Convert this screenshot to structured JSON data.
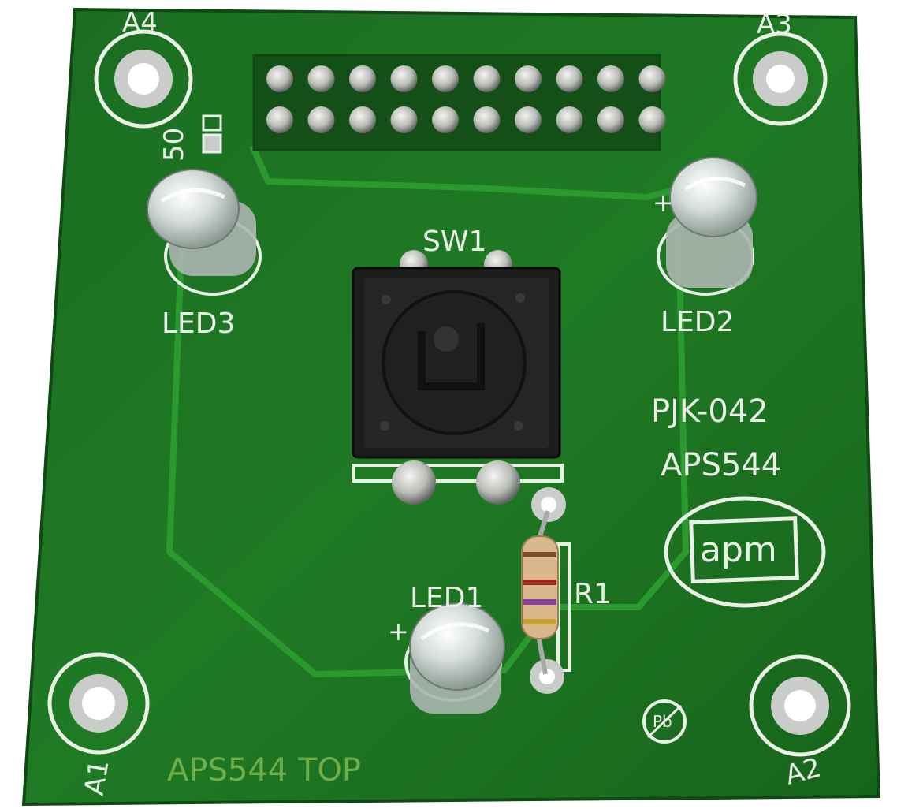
{
  "board": {
    "colors": {
      "soldermask": "#1f7a24",
      "soldermask_dark": "#0f4a14",
      "silkscreen": "#e9f1e6",
      "copper_trace": "#2a9a2e",
      "pad_tin": "#c9ccc8",
      "switch_body": "#1c1c1c",
      "resistor_body": "#d9b98c",
      "led_lens": "#dfe6e3"
    },
    "corner_labels": {
      "top_left": "A4",
      "top_right": "A3",
      "bottom_left": "A1",
      "bottom_right": "A2"
    },
    "component_labels": {
      "switch": "SW1",
      "led3": "LED3",
      "led2": "LED2",
      "led1": "LED1",
      "resistor": "R1",
      "plus_led2": "+",
      "plus_led1": "+",
      "small_mark": "50"
    },
    "text": {
      "project_code": "PJK-042",
      "part_number": "APS544",
      "logo": "apm",
      "bottom_label": "APS544 TOP",
      "pb_free_mark": "Pb"
    },
    "header": {
      "rows": 2,
      "pins_per_row": 10
    },
    "resistor_bands": [
      "#7a4a2a",
      "#a0271e",
      "#8a3fa0",
      "#c8a030"
    ]
  }
}
